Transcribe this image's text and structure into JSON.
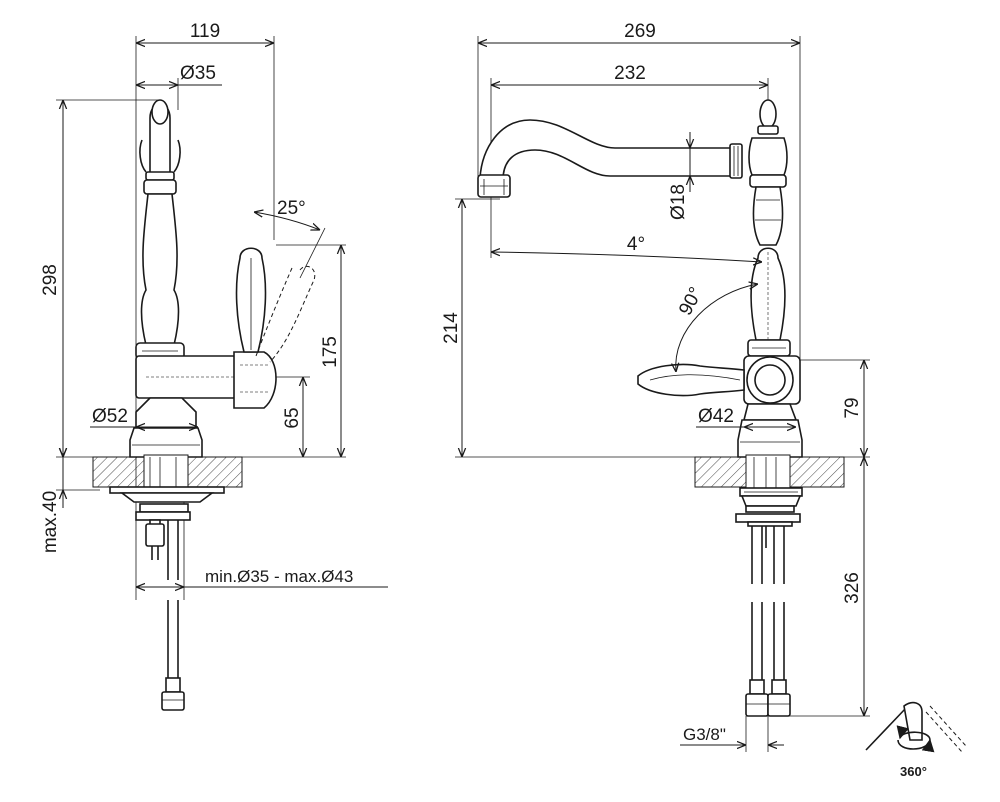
{
  "side_view": {
    "width_label": "119",
    "spout_diameter_label": "Ø35",
    "height_label": "298",
    "lever_angle_label": "25°",
    "lever_height_label": "175",
    "base_diameter_label": "Ø52",
    "body_height_label": "65",
    "max_deck_thickness_label": "max.40",
    "hole_diameter_label": "min.Ø35 - max.Ø43"
  },
  "front_view": {
    "total_width_label": "269",
    "spout_reach_label": "232",
    "spout_diameter_label": "Ø18",
    "spout_angle_label": "4°",
    "spout_height_label": "214",
    "lever_angle_label": "90°",
    "body_diameter_label": "Ø42",
    "lever_center_height_label": "79",
    "hose_length_label": "326",
    "connection_thread_label": "G3/8\""
  },
  "rotation_symbol": {
    "label": "360°"
  },
  "colors": {
    "line": "#1a1a1a",
    "background": "#ffffff"
  }
}
